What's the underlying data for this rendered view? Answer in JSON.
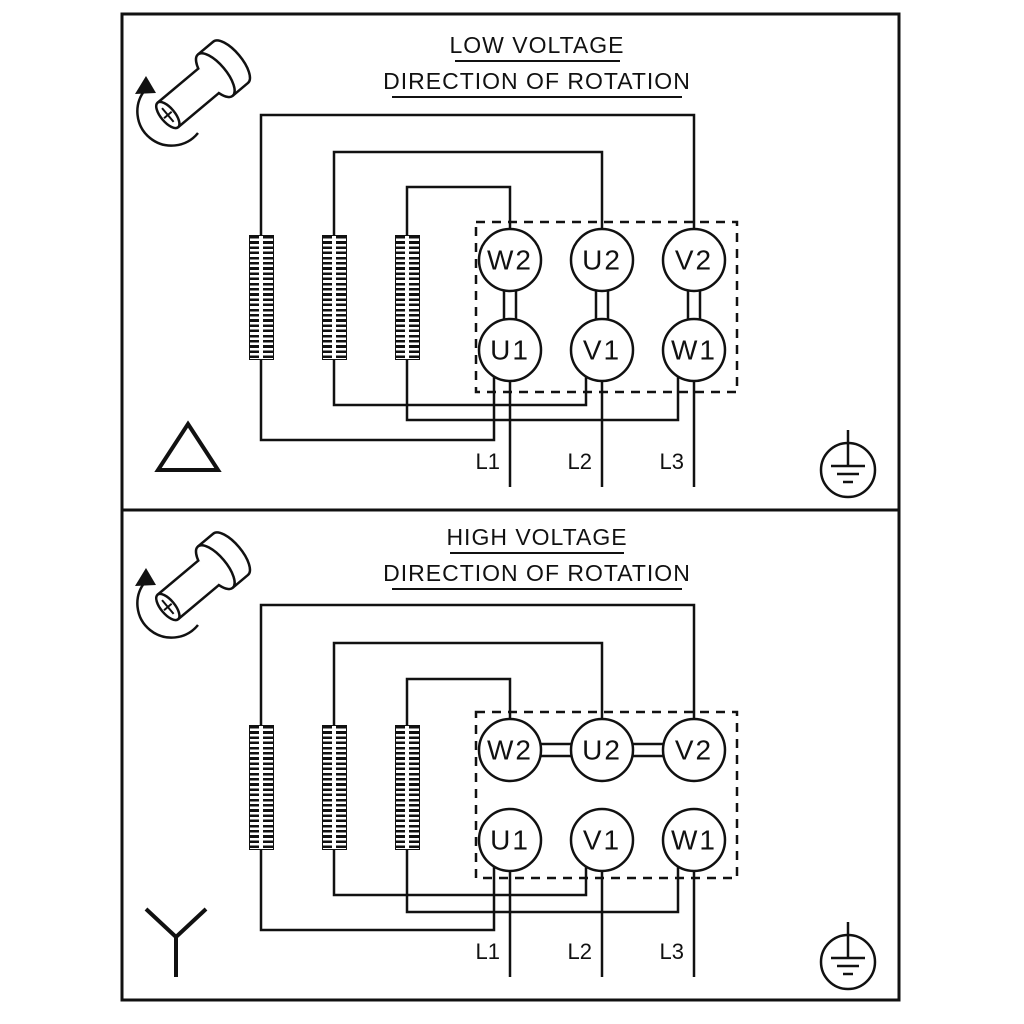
{
  "diagram": {
    "background": "#ffffff",
    "line_color": "#111111",
    "panels": [
      {
        "title": "LOW VOLTAGE",
        "subtitle": "DIRECTION OF ROTATION",
        "connection": "delta",
        "terminals": {
          "top": [
            "W2",
            "U2",
            "V2"
          ],
          "bottom": [
            "U1",
            "V1",
            "W1"
          ]
        },
        "supply": [
          "L1",
          "L2",
          "L3"
        ]
      },
      {
        "title": "HIGH VOLTAGE",
        "subtitle": "DIRECTION OF ROTATION",
        "connection": "star",
        "terminals": {
          "top": [
            "W2",
            "U2",
            "V2"
          ],
          "bottom": [
            "U1",
            "V1",
            "W1"
          ]
        },
        "supply": [
          "L1",
          "L2",
          "L3"
        ]
      }
    ],
    "icons": {
      "rotation": "rotation-arrow-icon",
      "delta": "delta-symbol-icon",
      "star": "star-symbol-icon",
      "earth": "earth-ground-icon"
    }
  }
}
